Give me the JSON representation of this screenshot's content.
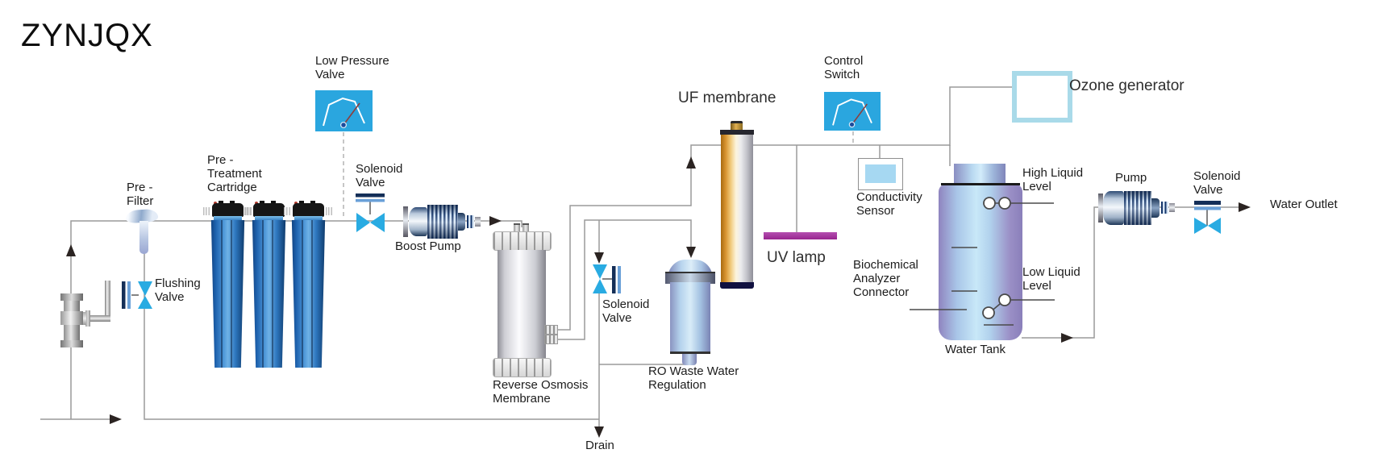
{
  "title": "ZYNJQX",
  "labels": {
    "low_pressure_valve": "Low Pressure\nValve",
    "solenoid_valve_1": "Solenoid\nValve",
    "boost_pump": "Boost Pump",
    "pre_filter": "Pre -\nFilter",
    "pre_treatment_cartridge": "Pre -\nTreatment\nCartridge",
    "flushing_valve": "Flushing\nValve",
    "reverse_osmosis_membrane": "Reverse Osmosis\nMembrane",
    "solenoid_valve_2": "Solenoid\nValve",
    "ro_waste_water_regulation": "RO Waste Water\nRegulation",
    "drain": "Drain",
    "uf_membrane": "UF membrane",
    "uv_lamp": "UV lamp",
    "control_switch": "Control\nSwitch",
    "conductivity_sensor": "Conductivity\nSensor",
    "biochemical_analyzer_connector": "Biochemical\nAnalyzer\nConnector",
    "water_tank": "Water Tank",
    "high_liquid_level": "High Liquid\nLevel",
    "low_liquid_level": "Low Liquid\nLevel",
    "ozone_generator": "Ozone generator",
    "pump": "Pump",
    "solenoid_valve_3": "Solenoid\nValve",
    "water_outlet": "Water Outlet"
  },
  "colors": {
    "gauge_blue": "#2aa6df",
    "valve_blue": "#29abe2",
    "coil_navy": "#142f58",
    "cartridge_blue": "#2e77bf",
    "uf_gold": "#e8a83c",
    "uv_purple": "#9c2d96",
    "ozone_border": "#a9dae9",
    "pipe_gray": "#9a9a9a",
    "arrow_dark": "#2b2422"
  }
}
